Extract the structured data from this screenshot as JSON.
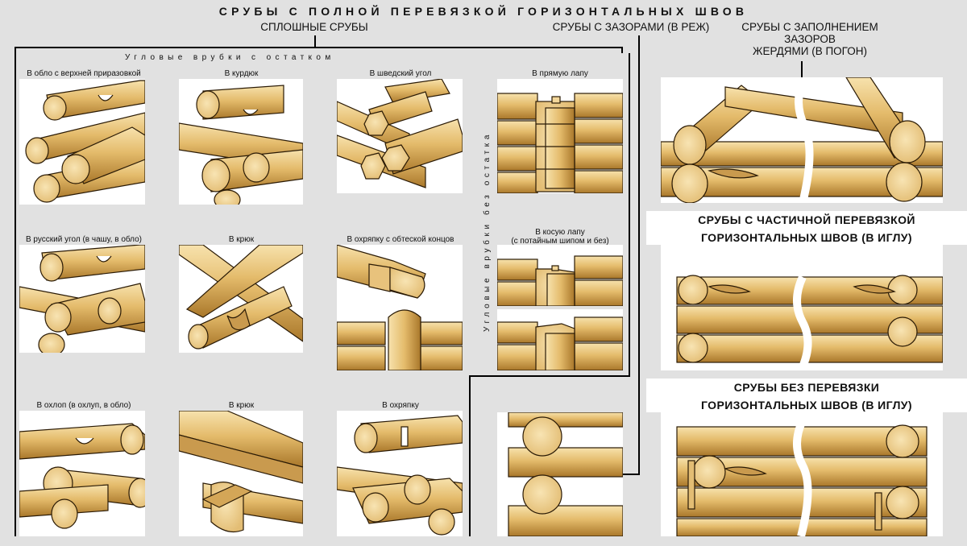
{
  "main_title": "СРУБЫ С ПОЛНОЙ ПЕРЕВЯЗКОЙ ГОРИЗОНТАЛЬНЫХ ШВОВ",
  "sections": {
    "solid": "СПЛОШНЫЕ СРУБЫ",
    "gaps": "СРУБЫ С ЗАЗОРАМИ (В РЕЖ)",
    "filled": [
      "СРУБЫ С ЗАПОЛНЕНИЕМ",
      "ЗАЗОРОВ",
      "ЖЕРДЯМИ (В ПОГОН)"
    ],
    "partial": [
      "СРУБЫ С ЧАСТИЧНОЙ ПЕРЕВЯЗКОЙ",
      "ГОРИЗОНТАЛЬНЫХ ШВОВ (В ИГЛУ)"
    ],
    "none": [
      "СРУБЫ БЕЗ ПЕРЕВЯЗКИ",
      "ГОРИЗОНТАЛЬНЫХ ШВОВ (В ИГЛУ)"
    ]
  },
  "subheaders": {
    "with_remainder": "Угловые врубки с остатком",
    "without_remainder": "Угловые врубки без остатка"
  },
  "joints": [
    "В обло с верхней приразовкой",
    "В курдюк",
    "В шведский угол",
    "В прямую лапу",
    "В русский угол (в чашу, в обло)",
    "В крюк",
    "В охряпку с обтеской концов",
    "В косую лапу",
    "В охлоп (в охлуп, в обло)",
    "В крюк",
    "В охряпку"
  ],
  "joint_note": "(с потайным шипом и без)",
  "colors": {
    "background": "#e1e1e1",
    "panel": "#ffffff",
    "wood_light": "#f3d79a",
    "wood_mid": "#dcae5c",
    "wood_dark": "#b07c2c",
    "outline": "#2a1a05"
  }
}
